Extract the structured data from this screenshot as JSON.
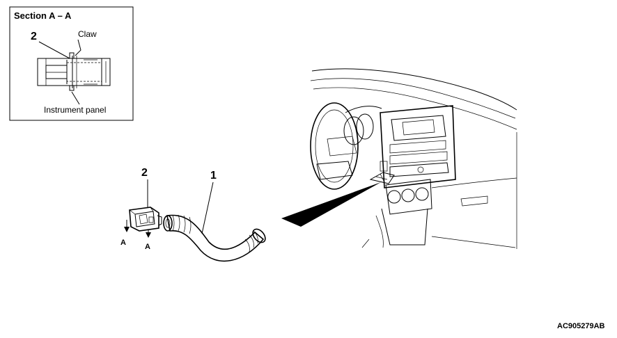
{
  "inset": {
    "title": "Section A – A",
    "part_number": "2",
    "claw_label": "Claw",
    "panel_label": "Instrument panel"
  },
  "main": {
    "callout_2": "2",
    "callout_1": "1",
    "section_marker_left": "A",
    "section_marker_right": "A"
  },
  "figure_code": "AC905279AB"
}
